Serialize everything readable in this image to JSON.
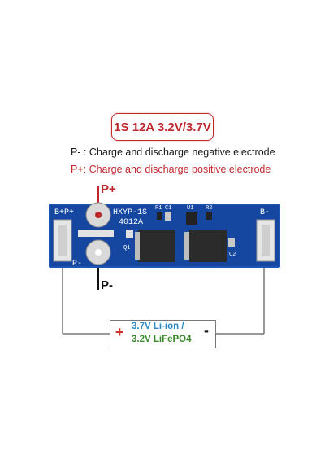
{
  "title": "1S 12A 3.2V/3.7V",
  "legend": {
    "negative": "P- : Charge and discharge negative electrode",
    "positive": "P+: Charge and discharge positive electrode"
  },
  "pcb": {
    "model": "HXYP-1S",
    "code": "4012A",
    "pad_left": "B+P+",
    "pad_right": "B-",
    "p_minus_mark": "P-",
    "r1": "R1",
    "c1": "C1",
    "u1": "U1",
    "r2": "R2",
    "c2": "C2",
    "q1": "Q1",
    "color": "#1546a0"
  },
  "leads": {
    "plus": "P+",
    "minus": "P-"
  },
  "battery": {
    "plus_sign": "+",
    "minus_sign": "-",
    "line1": "3.7V Li-ion /",
    "line2": "3.2V LiFePO4"
  },
  "colors": {
    "accent_red": "#c0282d",
    "liion_blue": "#2e8bc9",
    "lifepo4_green": "#3a8a2c"
  }
}
